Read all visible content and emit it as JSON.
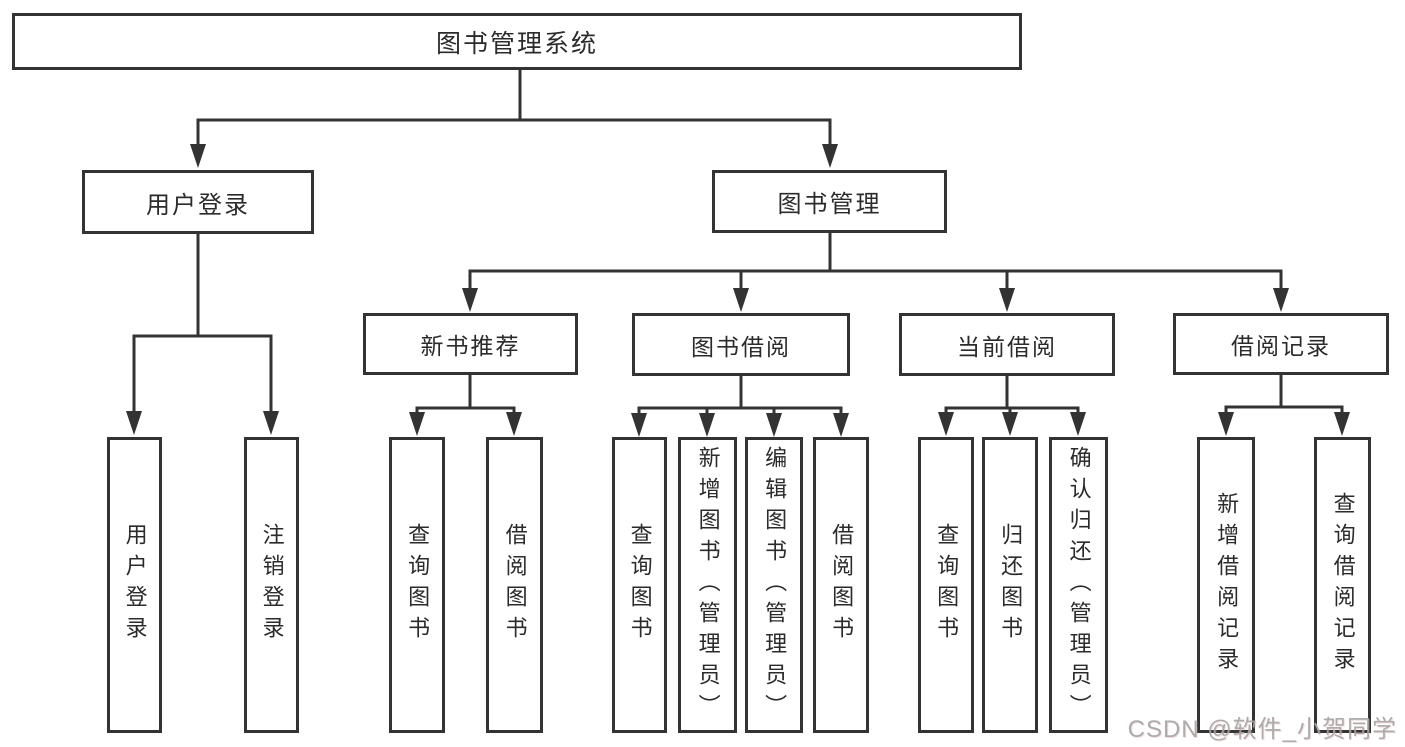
{
  "page": {
    "background_color": "#ffffff",
    "line_color": "#333333",
    "box_border_color": "#333333",
    "text_color": "#2b2b2b",
    "watermark_color": "#a4a4a4"
  },
  "watermark": {
    "text": "CSDN @软件_小贺同学"
  },
  "tree": {
    "root": {
      "label": "图书管理系统"
    },
    "children": [
      {
        "label": "用户登录",
        "children": [
          {
            "label": "用户登录"
          },
          {
            "label": "注销登录"
          }
        ]
      },
      {
        "label": "图书管理",
        "children": [
          {
            "label": "新书推荐",
            "children": [
              {
                "label": "查询图书"
              },
              {
                "label": "借阅图书"
              }
            ]
          },
          {
            "label": "图书借阅",
            "children": [
              {
                "label": "查询图书"
              },
              {
                "label": "新增图书（管理员）"
              },
              {
                "label": "编辑图书（管理员）"
              },
              {
                "label": "借阅图书"
              }
            ]
          },
          {
            "label": "当前借阅",
            "children": [
              {
                "label": "查询图书"
              },
              {
                "label": "归还图书"
              },
              {
                "label": "确认归还（管理员）"
              }
            ]
          },
          {
            "label": "借阅记录",
            "children": [
              {
                "label": "新增借阅记录"
              },
              {
                "label": "查询借阅记录"
              }
            ]
          }
        ]
      }
    ]
  }
}
